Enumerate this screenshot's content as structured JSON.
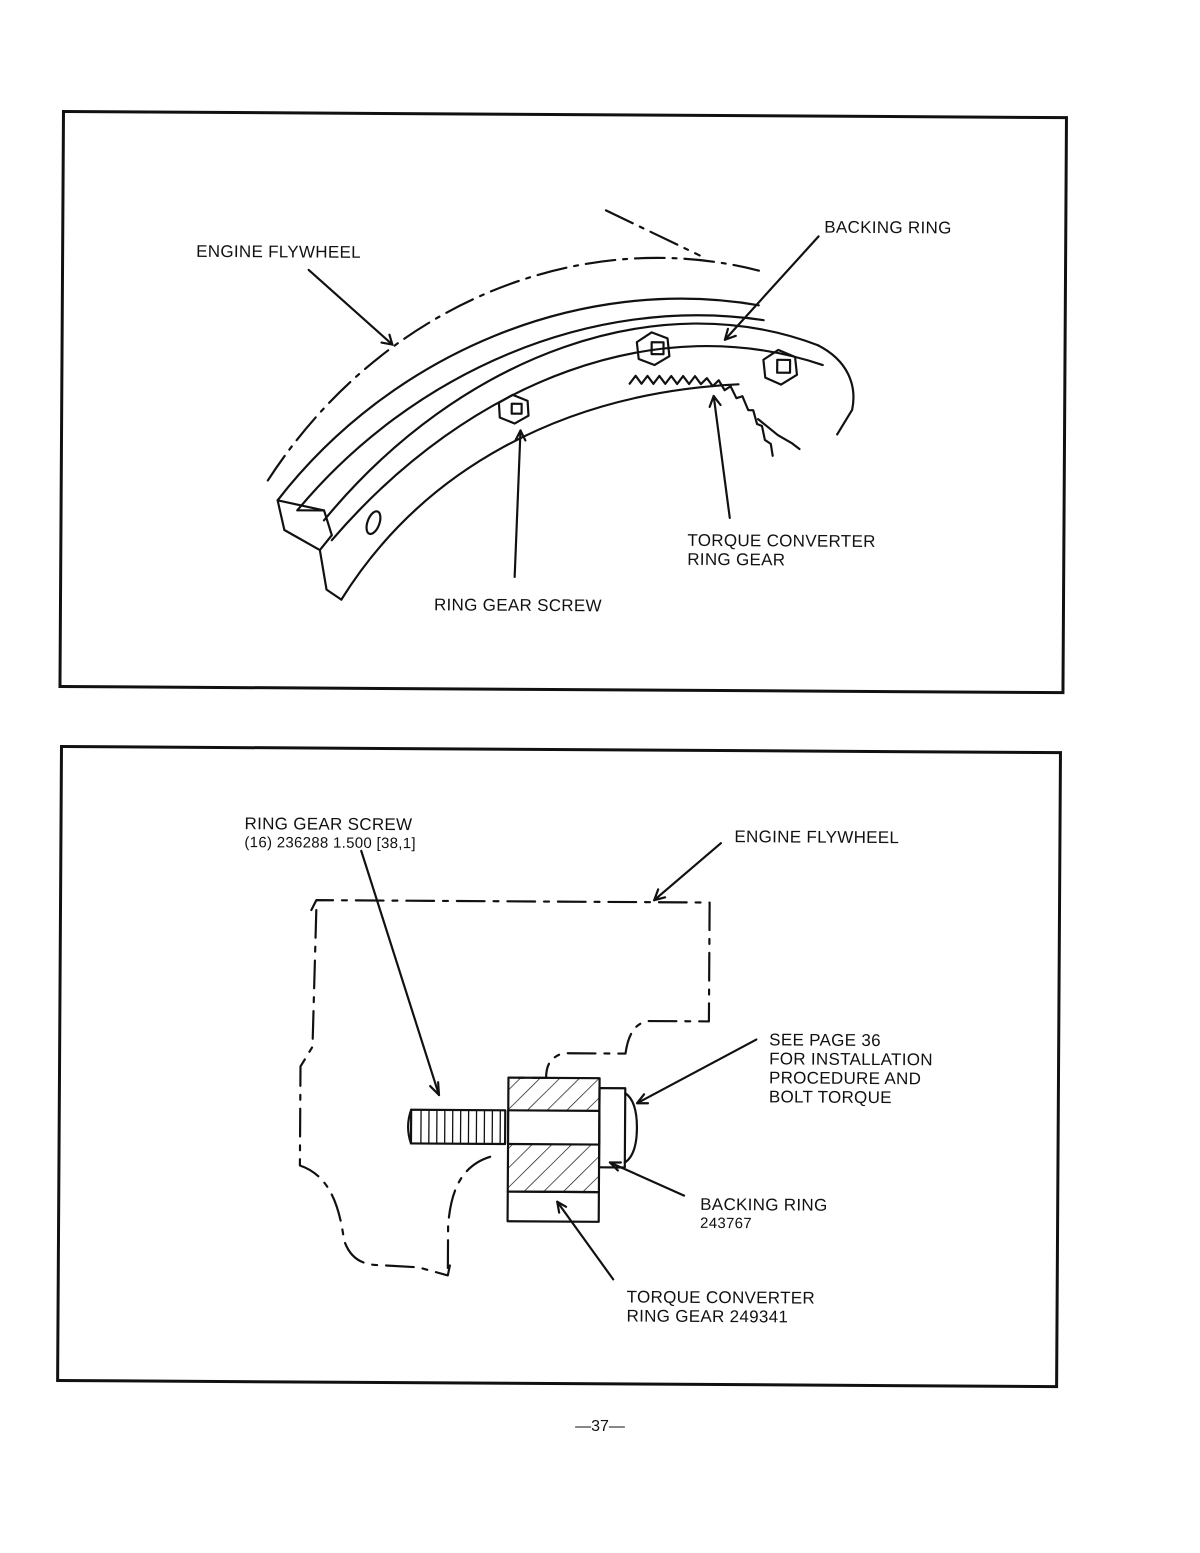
{
  "figure_top": {
    "engine_flywheel": "ENGINE FLYWHEEL",
    "backing_ring": "BACKING RING",
    "torque_converter_line1": "TORQUE CONVERTER",
    "torque_converter_line2": "RING GEAR",
    "ring_gear_screw": "RING GEAR SCREW"
  },
  "figure_bottom": {
    "ring_gear_screw_line1": "RING GEAR SCREW",
    "ring_gear_screw_line2": "(16) 236288 1.500 [38,1]",
    "engine_flywheel": "ENGINE FLYWHEEL",
    "note_line1": "SEE PAGE  36",
    "note_line2": "FOR INSTALLATION",
    "note_line3": "PROCEDURE AND",
    "note_line4": "BOLT TORQUE",
    "backing_ring_line1": "BACKING RING",
    "backing_ring_line2": "243767",
    "torque_converter_line1": "TORQUE CONVERTER",
    "torque_converter_line2": "RING GEAR 249341"
  },
  "page_number": "—37—"
}
